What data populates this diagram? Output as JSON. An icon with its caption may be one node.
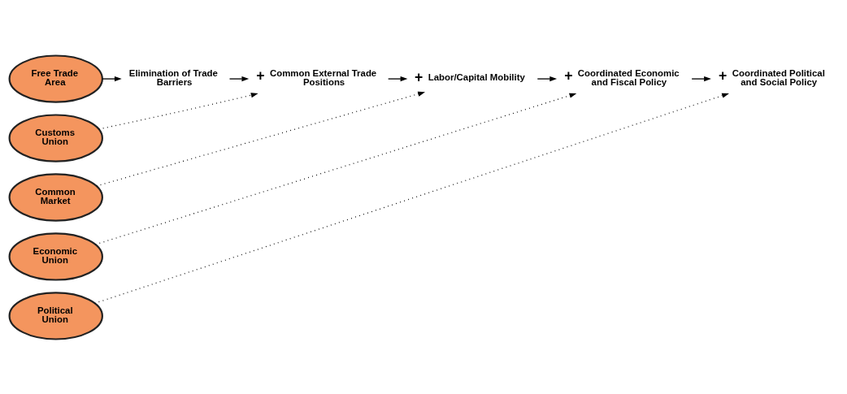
{
  "diagram": {
    "nodes": [
      {
        "text": [
          "Free Trade Area"
        ]
      },
      {
        "text": [
          "Customs Union"
        ]
      },
      {
        "text": [
          "Common Market"
        ]
      },
      {
        "text": [
          "Economic Union"
        ]
      },
      {
        "text": [
          "Political Union"
        ]
      },
      {
        "text": [
          "Elimination of Trade Barriers"
        ]
      },
      {
        "text": [
          "Common External Trade Positions"
        ],
        "beside": [
          "+"
        ]
      },
      {
        "text": [
          "Labor/Capital Mobility"
        ],
        "beside": [
          "+"
        ]
      },
      {
        "text": [
          "Coordinated Economic and Fiscal Policy"
        ],
        "beside": [
          "+"
        ]
      },
      {
        "text": [
          "Coordinated Political and Social Policy"
        ],
        "beside": [
          "+"
        ]
      }
    ],
    "edges": [
      {
        "from": 0,
        "to": 5,
        "arrow": "to"
      },
      {
        "from": 5,
        "to": 6,
        "arrow": "to"
      },
      {
        "from": 1,
        "to": 6,
        "arrow": "to",
        "style": "dashed"
      },
      {
        "from": 6,
        "to": 7,
        "arrow": "to"
      },
      {
        "from": 2,
        "to": 7,
        "arrow": "to",
        "style": "dashed"
      },
      {
        "from": 7,
        "to": 8,
        "arrow": "to"
      },
      {
        "from": 3,
        "to": 8,
        "arrow": "to",
        "style": "dashed"
      },
      {
        "from": 8,
        "to": 9,
        "arrow": "to"
      },
      {
        "from": 4,
        "to": 9,
        "arrow": "to",
        "style": "dashed"
      }
    ]
  }
}
